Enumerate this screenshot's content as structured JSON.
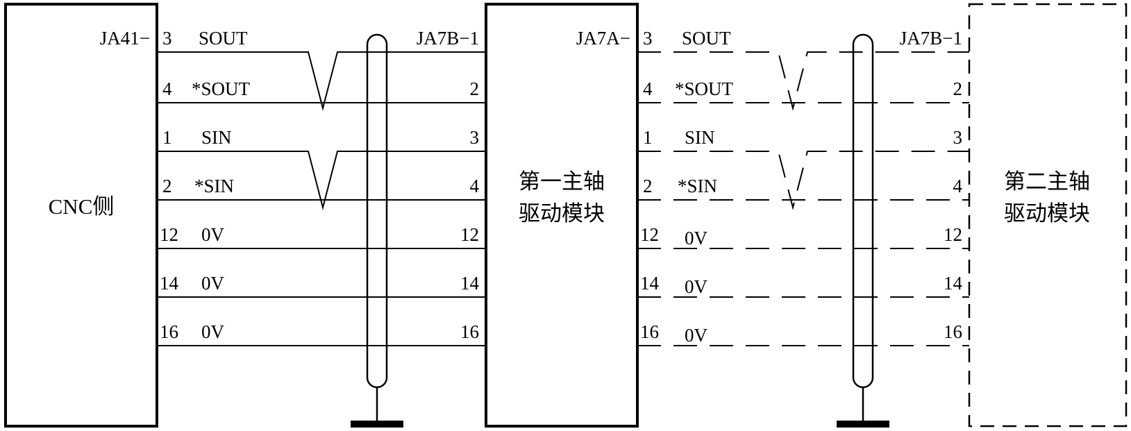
{
  "diagram": {
    "boxes": {
      "cnc": {
        "label": "CNC侧"
      },
      "module1": {
        "line1": "第一主轴",
        "line2": "驱动模块"
      },
      "module2": {
        "line1": "第二主轴",
        "line2": "驱动模块"
      }
    },
    "sections": [
      {
        "style": "solid",
        "left_connector": "JA41−",
        "right_connector": "JA7B−1",
        "rows": [
          {
            "left_pin": "3",
            "signal": "SOUT",
            "right_pin": ""
          },
          {
            "left_pin": "4",
            "signal": "*SOUT",
            "right_pin": "2"
          },
          {
            "left_pin": "1",
            "signal": "SIN",
            "right_pin": "3"
          },
          {
            "left_pin": "2",
            "signal": "*SIN",
            "right_pin": "4"
          },
          {
            "left_pin": "12",
            "signal": "0V",
            "right_pin": "12"
          },
          {
            "left_pin": "14",
            "signal": "0V",
            "right_pin": "14"
          },
          {
            "left_pin": "16",
            "signal": "0V",
            "right_pin": "16"
          }
        ]
      },
      {
        "style": "dashed",
        "left_connector": "JA7A−",
        "right_connector": "JA7B−1",
        "rows": [
          {
            "left_pin": "3",
            "signal": "SOUT",
            "right_pin": ""
          },
          {
            "left_pin": "4",
            "signal": "*SOUT",
            "right_pin": "2"
          },
          {
            "left_pin": "1",
            "signal": "SIN",
            "right_pin": "3"
          },
          {
            "left_pin": "2",
            "signal": "*SIN",
            "right_pin": "4"
          },
          {
            "left_pin": "12",
            "signal": "0V",
            "right_pin": "12"
          },
          {
            "left_pin": "14",
            "signal": "0V",
            "right_pin": "14"
          },
          {
            "left_pin": "16",
            "signal": "0V",
            "right_pin": "16"
          }
        ]
      }
    ]
  }
}
